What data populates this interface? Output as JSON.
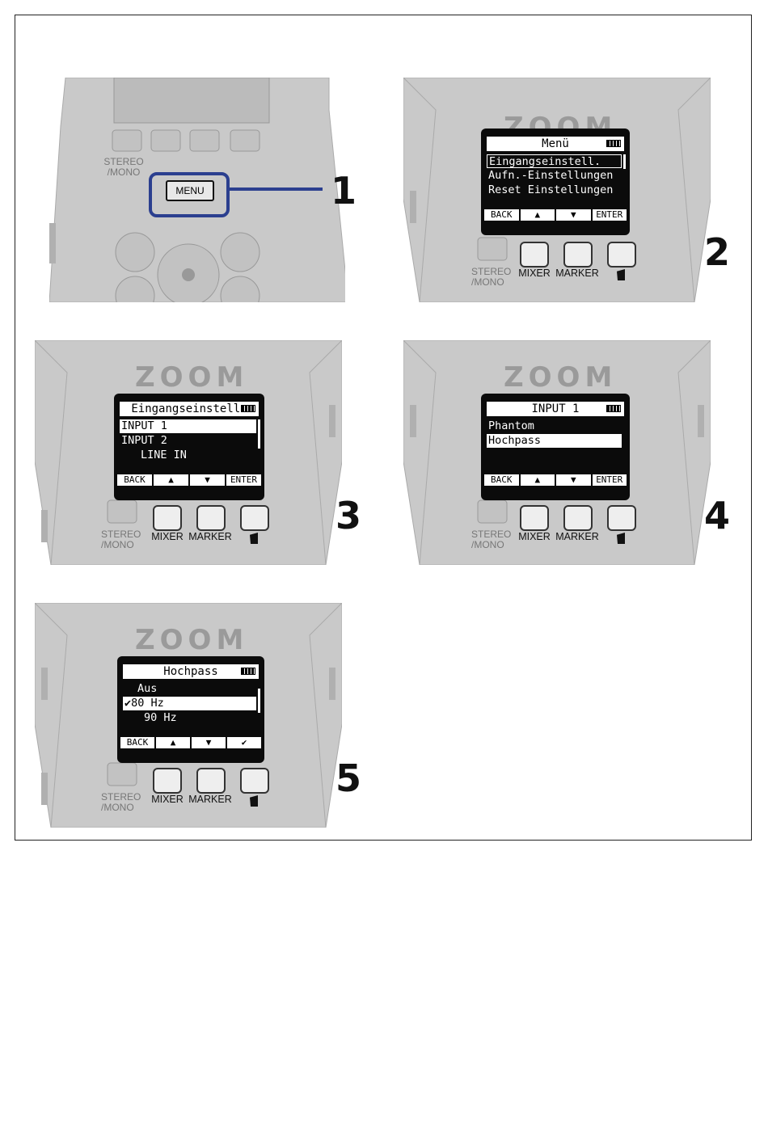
{
  "steps": [
    "1",
    "2",
    "3",
    "4",
    "5"
  ],
  "brand_logo": "ZOOM",
  "buttons": {
    "menu": "MENU",
    "mixer": "MIXER",
    "marker": "MARKER",
    "stereo_mono": "STEREO\n/MONO"
  },
  "softkeys": {
    "back": "BACK",
    "up": "▲",
    "down": "▼",
    "enter": "ENTER",
    "check": "✔"
  },
  "screens": {
    "menu": {
      "title": "Menü",
      "items": [
        "Eingangseinstell.",
        "Aufn.-Einstellungen",
        "Reset Einstellungen"
      ]
    },
    "input_settings": {
      "title": "Eingangseinstell.",
      "items": [
        "INPUT 1",
        "INPUT 2",
        "LINE IN"
      ]
    },
    "input1": {
      "title": "INPUT 1",
      "items": [
        "Phantom",
        "Hochpass"
      ]
    },
    "hochpass": {
      "title": "Hochpass",
      "items": [
        "Aus",
        "✔80 Hz",
        "90 Hz"
      ]
    }
  },
  "colors": {
    "highlight_outline": "#2b3f8f",
    "device_body": "#c9c9c9",
    "device_dark": "#a8a8a8",
    "screen": "#0b0b0b"
  }
}
